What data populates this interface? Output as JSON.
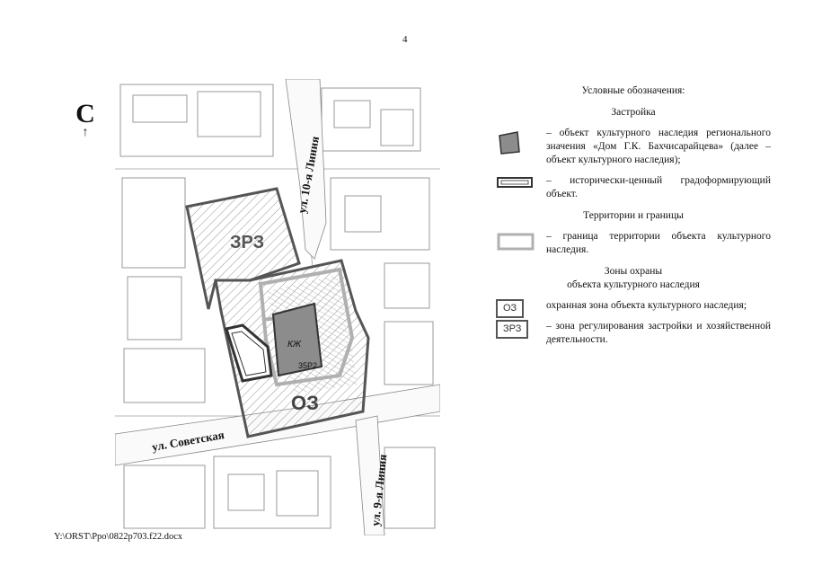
{
  "page": {
    "number": "4",
    "footer": "Y:\\ORST\\Ppo\\0822p703.f22.docx"
  },
  "north": {
    "letter": "С",
    "arrow": "↑"
  },
  "map": {
    "streets": {
      "liniya10": "ул. 10-я Линия",
      "sovetskaya": "ул. Советская",
      "liniya9": "ул. 9-я Линия"
    },
    "zones": {
      "zrz": "ЗРЗ",
      "oz": "ОЗ"
    },
    "object": {
      "material": "КЖ",
      "number": "35Р2"
    }
  },
  "legend": {
    "title": "Условные обозначения:",
    "section_zastroika": "Застройка",
    "item_oks": "– объект культурного наследия регионального значения «Дом Г.К. Бахчисарайцева» (далее – объект культурного наследия);",
    "item_historic": "– исторически-ценный градоформирующий объект.",
    "section_territory": "Территории и границы",
    "item_boundary": "– граница территории объекта культурного наследия.",
    "section_zones_1": "Зоны охраны",
    "section_zones_2": "объекта культурного наследия",
    "oz_badge": "ОЗ",
    "item_oz": "охранная зона объекта культурного наследия;",
    "zrz_badge": "ЗРЗ",
    "item_zrz": "– зона регулирования застройки и хозяйственной деятельности."
  },
  "colors": {
    "zone_line": "#555555",
    "object_fill": "#8c8c8c",
    "boundary": "#b0b0b0",
    "basemap": "#9a9a9a"
  }
}
